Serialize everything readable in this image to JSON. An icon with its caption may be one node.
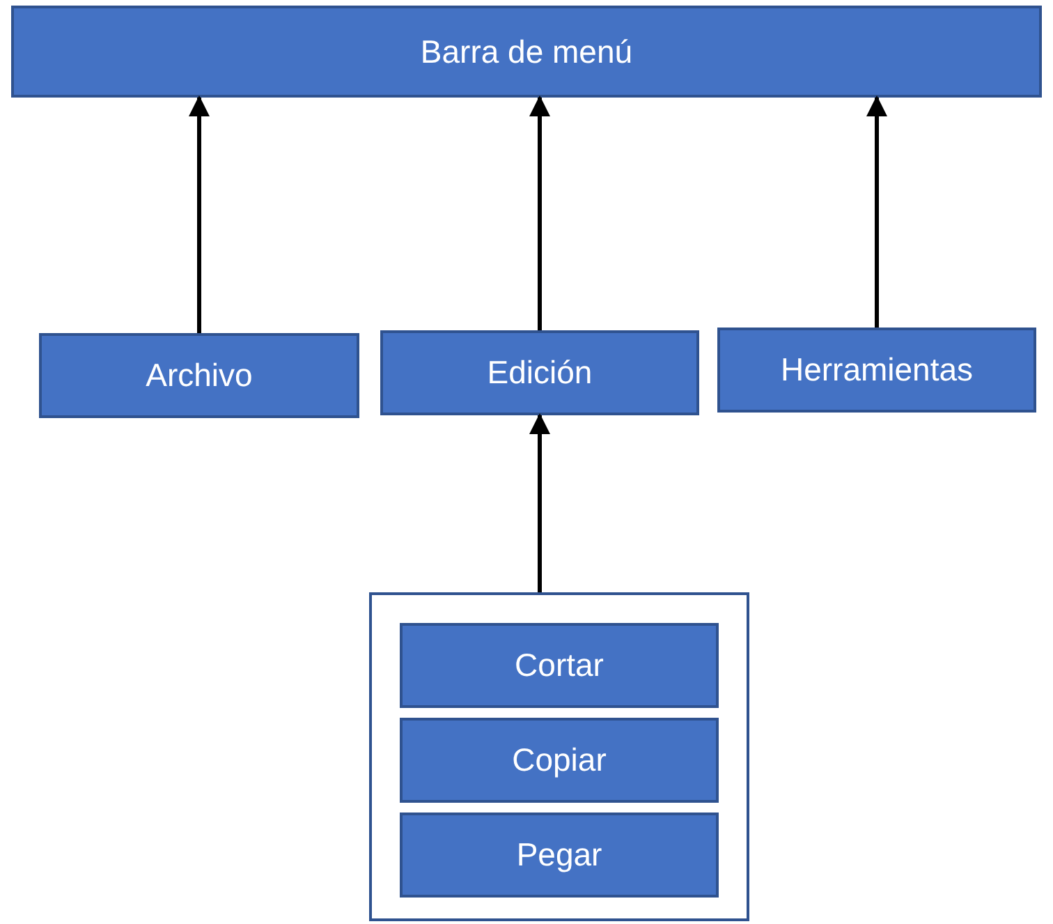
{
  "diagram": {
    "nodes": [
      {
        "text": [
          "Barra de menú"
        ]
      },
      {
        "text": [
          "Archivo"
        ]
      },
      {
        "text": [
          "Edición"
        ]
      },
      {
        "text": [
          "Herramientas"
        ]
      },
      {
        "text": [],
        "shape": "box"
      },
      {
        "text": [
          "Cortar"
        ],
        "in": 4
      },
      {
        "text": [
          "Copiar"
        ],
        "in": 4
      },
      {
        "text": [
          "Pegar"
        ],
        "in": 4
      }
    ],
    "edges": [
      {
        "from": 1,
        "to": 0,
        "arrow": "to"
      },
      {
        "from": 2,
        "to": 0,
        "arrow": "to"
      },
      {
        "from": 3,
        "to": 0,
        "arrow": "to"
      },
      {
        "from": 4,
        "to": 2,
        "arrow": "to"
      }
    ]
  }
}
